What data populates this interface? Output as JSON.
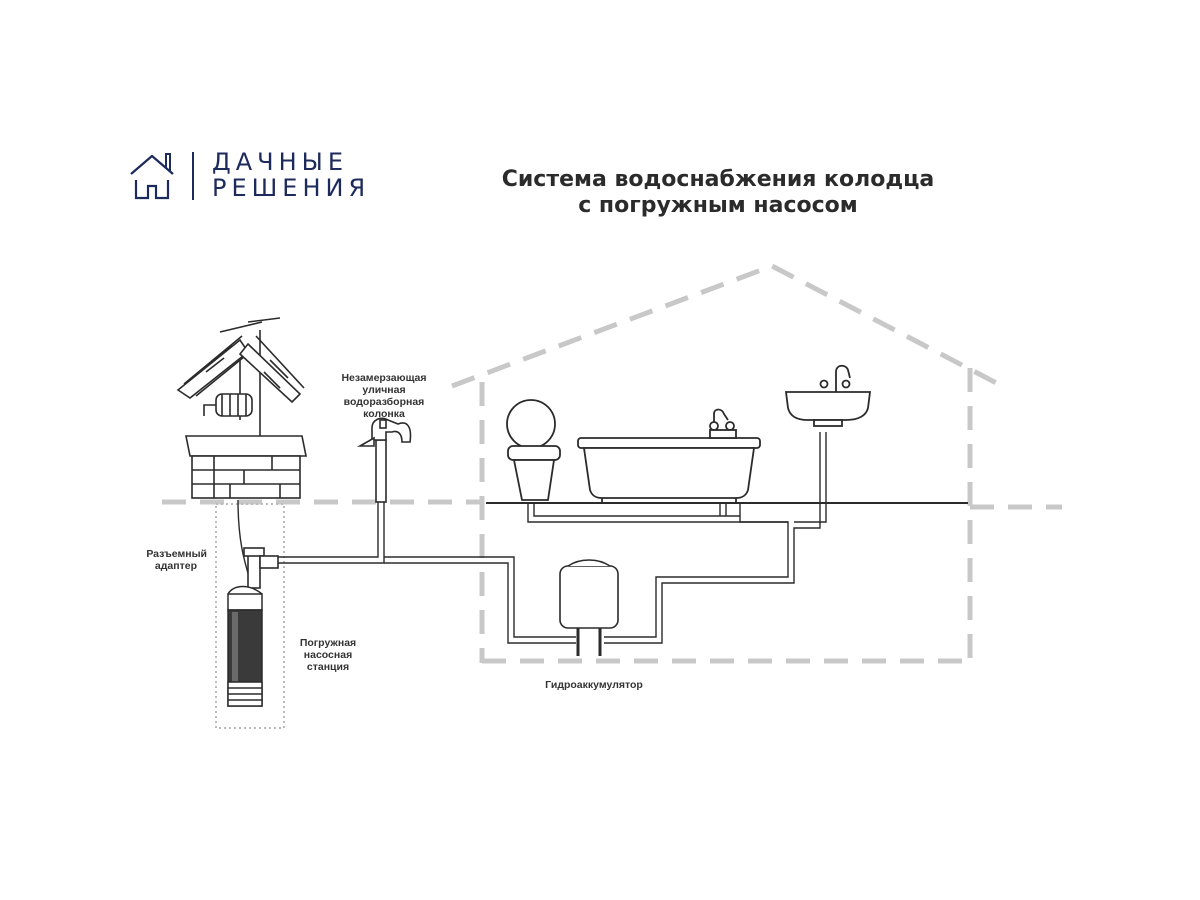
{
  "brand": {
    "line1": "ДАЧНЫЕ",
    "line2": "РЕШЕНИЯ",
    "icon": "house-icon",
    "color": "#1c2a5c"
  },
  "title": {
    "line1": "Система водоснабжения колодца",
    "line2": "с погружным насосом"
  },
  "labels": {
    "column": [
      "Незамерзающая",
      "уличная",
      "водоразборная",
      "колонка"
    ],
    "adapter": [
      "Разъемный",
      "адаптер"
    ],
    "pump": [
      "Погружная",
      "насосная",
      "станция"
    ],
    "accumulator": "Гидроаккумулятор"
  },
  "colors": {
    "dash": "#c8c8c8",
    "line": "#2b2b2b",
    "text": "#333333"
  }
}
